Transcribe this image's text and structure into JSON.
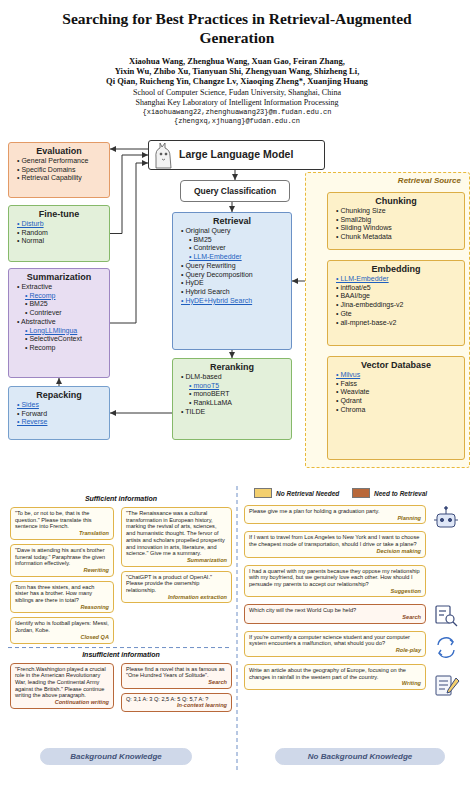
{
  "diagram": {
    "title": "Searching for Best Practices in Retrieval-Augmented Generation",
    "nodes": [
      {
        "text": [
          "Evaluation",
          "• General Performance",
          "• Specific Domains",
          "• Retrieval Capability"
        ]
      },
      {
        "text": [
          "Fine-tune",
          "• Disturb",
          "• Random",
          "• Normal"
        ]
      },
      {
        "text": [
          "Summarization",
          "• Extractive",
          "• Recomp",
          "• BM25",
          "• Contriever",
          "• Abstractive",
          "• LongLLMlingua",
          "• SelectiveContext",
          "• Recomp"
        ]
      },
      {
        "text": [
          "Repacking",
          "• Sides",
          "• Forward",
          "• Reverse"
        ]
      },
      {
        "text": [
          "Large Language Model"
        ]
      },
      {
        "text": [
          "Query Classification"
        ]
      },
      {
        "text": [
          "Retrieval",
          "• Original Query",
          "• BM25",
          "• Contriever",
          "• LLM-Embedder",
          "• Query Rewriting",
          "• Query Decomposition",
          "• HyDE",
          "• Hybrid Search",
          "• HyDE+Hybrid Search"
        ]
      },
      {
        "text": [
          "Reranking",
          "• DLM-based",
          "• monoT5",
          "• monoBERT",
          "• RankLLaMA",
          "• TILDE"
        ]
      },
      {
        "text": [
          "Retrieval Source"
        ]
      },
      {
        "text": [
          "Chunking",
          "• Chunking Size",
          "• Small2big",
          "• Sliding Windows",
          "• Chunk Metadata"
        ],
        "in": 8
      },
      {
        "text": [
          "Embedding",
          "• LLM-Embedder",
          "• intfloat/e5",
          "• BAAI/bge",
          "• Jina-embeddings-v2",
          "• Gte",
          "• all-mpnet-base-v2"
        ],
        "in": 8
      },
      {
        "text": [
          "Vector Database",
          "• Milvus",
          "• Faiss",
          "• Weaviate",
          "• Qdrant",
          "• Chroma"
        ],
        "in": 8
      },
      {
        "text": [
          "\"To be, or not to be, that is the question.\" Please translate this sentence into French.",
          "Translation"
        ]
      },
      {
        "text": [
          "\"Dave is attending his aunt's brother funeral today.\" Paraphrase the given information effectively.",
          "Rewriting"
        ]
      },
      {
        "text": [
          "Tom has three sisters, and each sister has a brother. How many siblings are there in total?",
          "Reasoning"
        ]
      },
      {
        "text": [
          "Identify who is football players: Messi, Jordan, Kobe.",
          "Closed QA"
        ]
      },
      {
        "text": [
          "\"The Renaissance was a cultural transformation in European history, marking the revival of arts, sciences, and humanistic thought. The fervor of artists and scholars propelled prosperity and innovation in arts, literature, and science.\" Give me a summary.",
          "Summarization"
        ]
      },
      {
        "text": [
          "\"ChatGPT is a product of OpenAI.\" Please provide the ownership relationship.",
          "Information extraction"
        ]
      },
      {
        "text": [
          "\"French.Washington played a crucial role in the American Revolutionary War, leading the Continental Army against the British.\" Please continue writing the above paragraph.",
          "Continuation writing"
        ]
      },
      {
        "text": [
          "Please find a novel that is as famous as \"One Hundred Years of Solitude\".",
          "Search"
        ]
      },
      {
        "text": [
          "Q: 3,1 A: 3 Q: 2,5 A: 5 Q: 5,7 A: ?",
          "In-context learning"
        ]
      },
      {
        "text": [
          "Background Knowledge"
        ]
      },
      {
        "text": [
          "Please give me a plan for holding a graduation party.",
          "Planning"
        ]
      },
      {
        "text": [
          "If I want to travel from Los Angeles to New York and I want to choose the cheapest mode of transportation, should I drive or take a plane?",
          "Decision making"
        ]
      },
      {
        "text": [
          "I had a quarrel with my parents because they oppose my relationship with my boyfriend, but we genuinely love each other. How should I persuade my parents to accept our relationship?",
          "Suggestion"
        ]
      },
      {
        "text": [
          "Which city will the next World Cup be held?",
          "Search"
        ]
      },
      {
        "text": [
          "If you're currently a computer science student and your computer system encounters a malfunction, what should you do?",
          "Role-play"
        ]
      },
      {
        "text": [
          "Write an article about the geography of Europe, focusing on the changes in rainfall in the western part of the country.",
          "Writing"
        ]
      },
      {
        "text": [
          "No Background Knowledge"
        ]
      }
    ],
    "edges": [
      {
        "from": 4,
        "to": 5,
        "arrow": "to"
      },
      {
        "from": 5,
        "to": 6,
        "arrow": "to"
      },
      {
        "from": 6,
        "to": 7,
        "arrow": "to"
      },
      {
        "from": 7,
        "to": 3,
        "arrow": "to"
      },
      {
        "from": 3,
        "to": 2,
        "arrow": "to"
      },
      {
        "from": 2,
        "to": 4,
        "arrow": "to"
      },
      {
        "from": 1,
        "to": 4,
        "arrow": "to"
      },
      {
        "from": 4,
        "to": 0,
        "arrow": "to"
      },
      {
        "from": 9,
        "to": 10,
        "arrow": "to"
      },
      {
        "from": 10,
        "to": 11,
        "arrow": "to"
      },
      {
        "from": 11,
        "to": 6,
        "arrow": "to"
      }
    ],
    "labels": [
      "Xiaohua Wang, Zhenghua Wang, Xuan Gao, Feiran Zhang,",
      "Yixin Wu, Zhibo Xu, Tianyuan Shi, Zhengyuan Wang, Shizheng Li,",
      "Qi Qian, Ruicheng Yin, Changze Lv, Xiaoqing Zheng*, Xuanjing Huang",
      "School of Computer Science, Fudan University, Shanghai, China",
      "Shanghai Key Laboratory of Intelligent Information Processing",
      "{xiaohuawang22,zhenghuawang23}@m.fudan.edu.cn",
      "{zhengxq,xjhuang}@fudan.edu.cn",
      "Sufficient information",
      "Insufficient information"
    ],
    "legend": [
      {
        "text": "No Retrieval Needed",
        "color": "#f3cf6e"
      },
      {
        "text": "Need to Retrieval",
        "color": "#b8683a"
      }
    ]
  }
}
